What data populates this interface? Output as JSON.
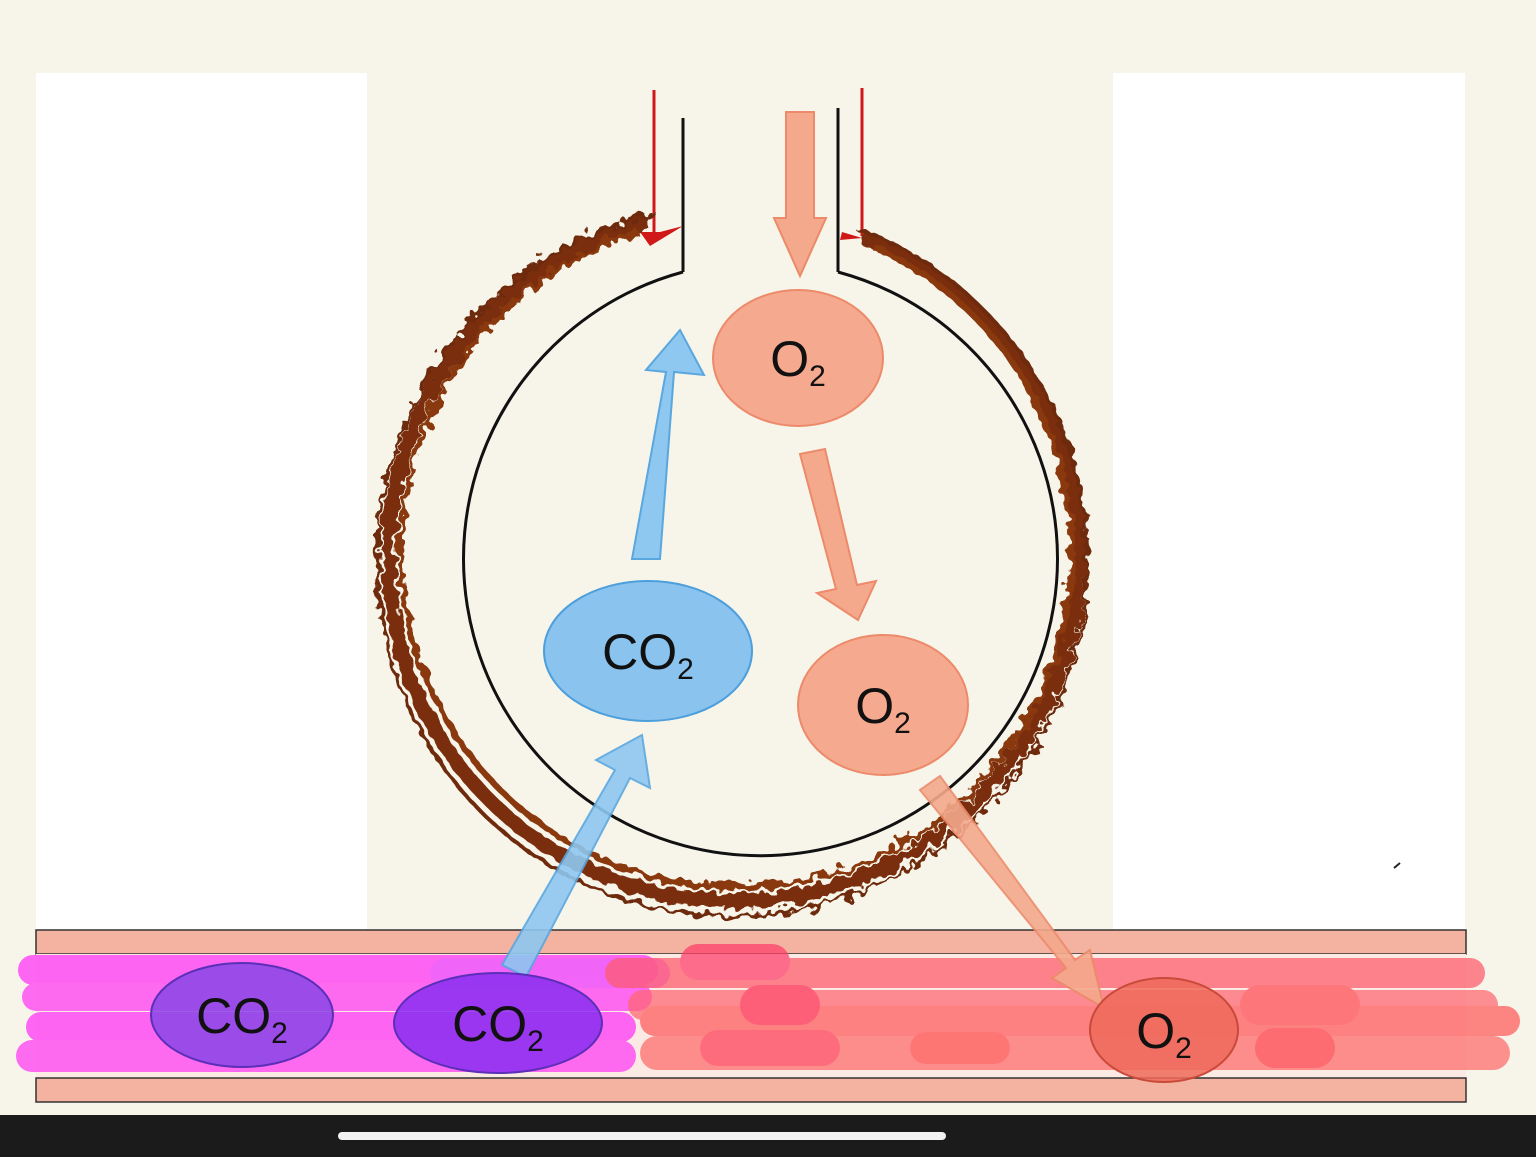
{
  "molecules": {
    "oxygen_top": {
      "main": "O",
      "sub": "2"
    },
    "oxygen_middle": {
      "main": "O",
      "sub": "2"
    },
    "oxygen_vessel": {
      "main": "O",
      "sub": "2"
    },
    "co2_alveolus": {
      "main": "CO",
      "sub": "2"
    },
    "co2_vessel_left": {
      "main": "CO",
      "sub": "2"
    },
    "co2_vessel_center": {
      "main": "CO",
      "sub": "2"
    }
  },
  "colors": {
    "oxygen_fill": "#f5a98f",
    "oxygen_vessel_fill": "#ee6a5a",
    "co2_fill": "#8ac3ee",
    "co2_vessel_fill": "#8a46e6",
    "co2_arrow": "#8ec7f0",
    "o2_arrow": "#f4a98c",
    "capillary_scribble": "#7a2e0e",
    "vessel_deoxygenated": "#ff55ff",
    "vessel_oxygenated": "#ff7a7a",
    "vessel_wall": "#f3b3a0"
  }
}
